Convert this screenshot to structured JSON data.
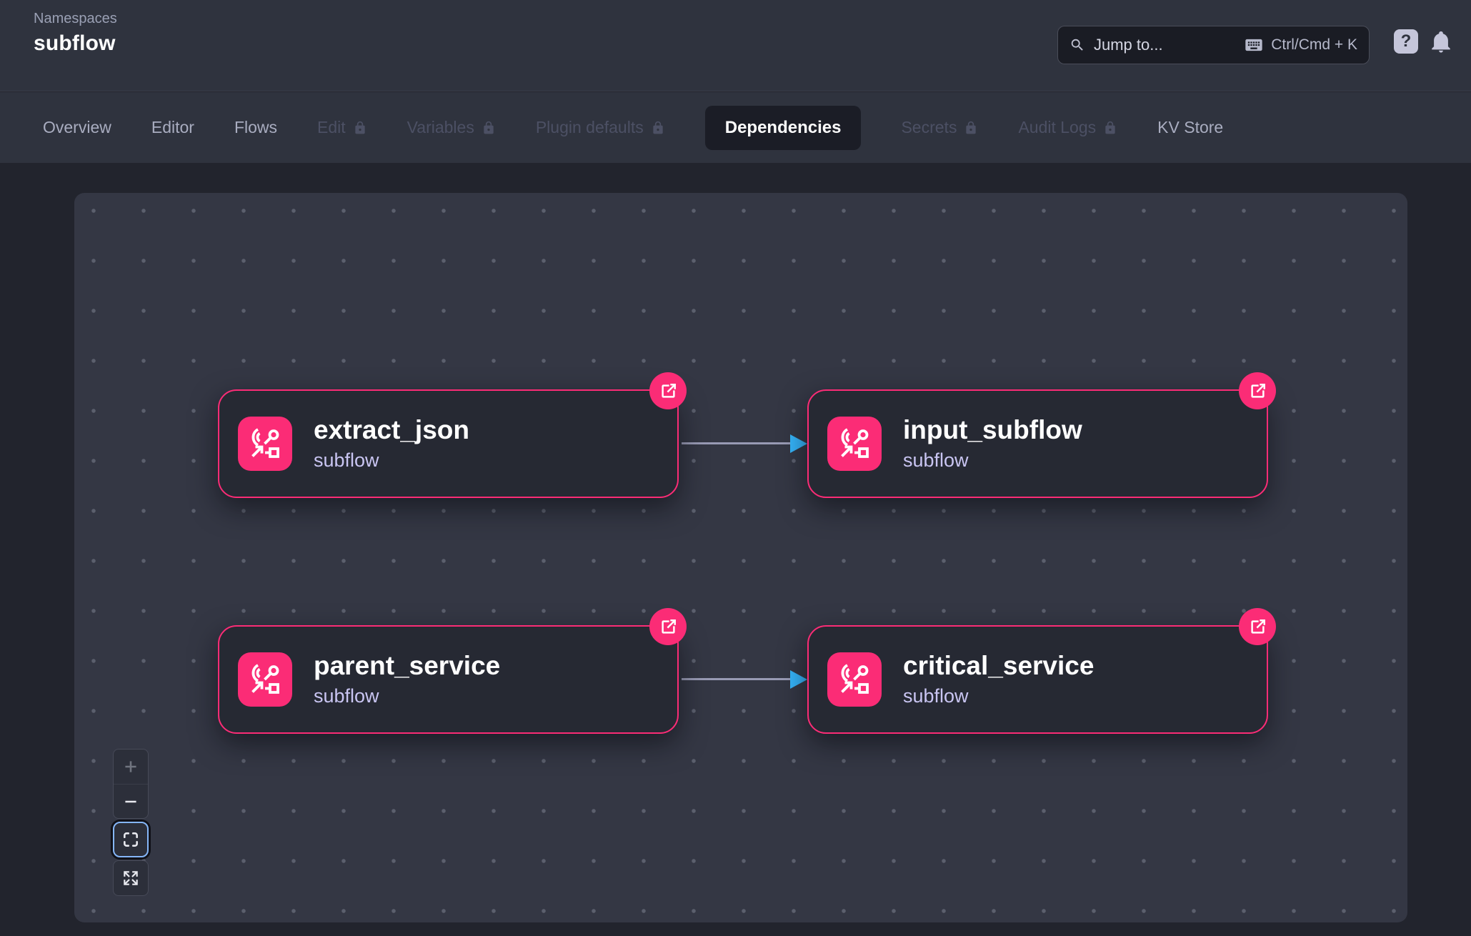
{
  "colors": {
    "pink": "#fb2c76",
    "blue": "#35b3f8",
    "focus": "#85b6f8"
  },
  "header": {
    "breadcrumb": "Namespaces",
    "title": "subflow",
    "search": {
      "placeholder": "Jump to...",
      "shortcut": "Ctrl/Cmd + K"
    },
    "help_label": "?"
  },
  "tabs": {
    "items": [
      {
        "label": "Overview",
        "locked": false,
        "active": false
      },
      {
        "label": "Editor",
        "locked": false,
        "active": false
      },
      {
        "label": "Flows",
        "locked": false,
        "active": false
      },
      {
        "label": "Edit",
        "locked": true,
        "active": false
      },
      {
        "label": "Variables",
        "locked": true,
        "active": false
      },
      {
        "label": "Plugin defaults",
        "locked": true,
        "active": false
      },
      {
        "label": "Dependencies",
        "locked": false,
        "active": true
      },
      {
        "label": "Secrets",
        "locked": true,
        "active": false
      },
      {
        "label": "Audit Logs",
        "locked": true,
        "active": false
      },
      {
        "label": "KV Store",
        "locked": false,
        "active": false
      }
    ]
  },
  "graph": {
    "nodes": [
      {
        "id": "extract_json",
        "label": "extract_json",
        "type": "subflow"
      },
      {
        "id": "input_subflow",
        "label": "input_subflow",
        "type": "subflow"
      },
      {
        "id": "parent_service",
        "label": "parent_service",
        "type": "subflow"
      },
      {
        "id": "critical_service",
        "label": "critical_service",
        "type": "subflow"
      }
    ],
    "edges": [
      {
        "from": "extract_json",
        "to": "input_subflow"
      },
      {
        "from": "parent_service",
        "to": "critical_service"
      }
    ]
  },
  "controls": {
    "zoom_in": "Zoom in",
    "zoom_out": "Zoom out",
    "fit": "Fit view",
    "fullscreen": "Expand"
  }
}
